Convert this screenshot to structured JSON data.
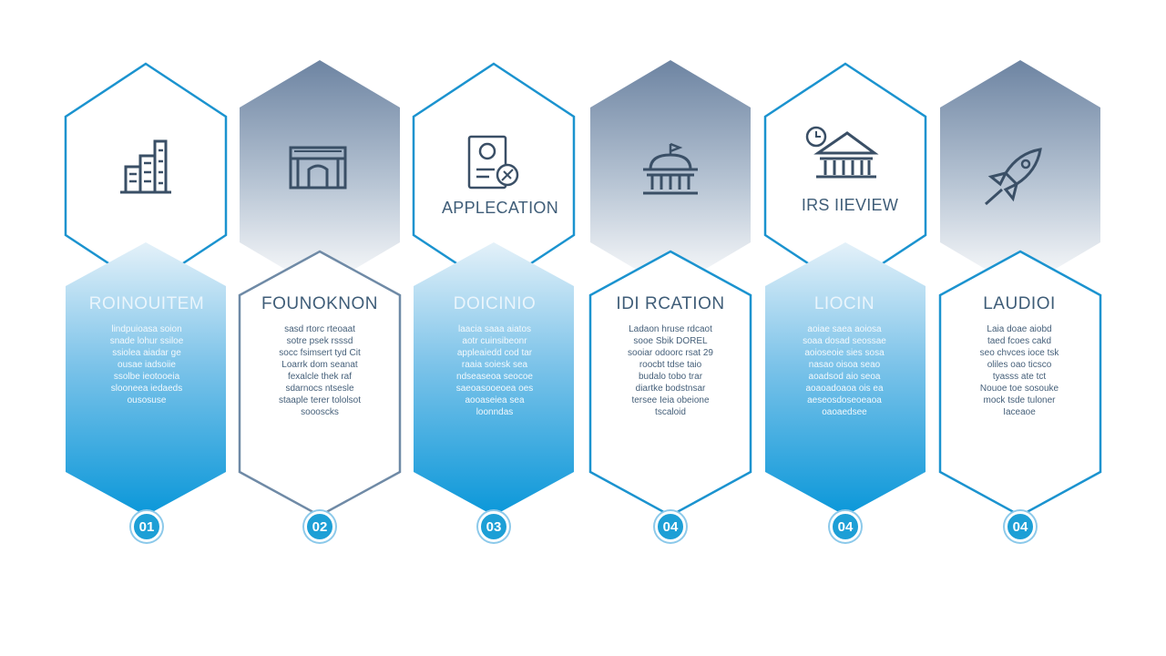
{
  "colors": {
    "accent": "#1d9fd6",
    "accent_dark": "#0a8fd0",
    "steel": "#6f86a3",
    "outline": "#1b93cf",
    "ink": "#3f5d78"
  },
  "stages": [
    {
      "number": "01",
      "upper_style": "outline",
      "lower_style": "blue",
      "icon": "office-building-icon",
      "upper_label": "",
      "title": "ROINOUITEM",
      "body": [
        "lindpuioasa soion",
        "snade lohur ssiloe",
        "ssiolea aiadar ge",
        "ousae iadsoiie",
        "ssolbe ieotooeia",
        "slooneea iedaeds",
        "ousosuse"
      ]
    },
    {
      "number": "02",
      "upper_style": "steel",
      "lower_style": "outline",
      "icon": "storefront-icon",
      "upper_label": "",
      "title": "FOUNOKNON",
      "body": [
        "sasd rtorc rteoaat",
        "sotre psek rsssd",
        "socc fsimsert tyd Cit",
        "Loarrk dom seanat",
        "fexalcle thek raf",
        "sdarnocs ntsesle",
        "staaple terer tololsot",
        "soooscks"
      ]
    },
    {
      "number": "03",
      "upper_style": "outline",
      "lower_style": "blue",
      "icon": "application-document-icon",
      "upper_label": "APPLECATION",
      "title": "DOICINIO",
      "body": [
        "laacia saaa aiatos",
        "aotr cuinsibeonr",
        "appleaiedd cod tar",
        "raaia soiesk sea",
        "ndseaseoa seocoe",
        "saeoasooeoea oes",
        "aooaseiea sea",
        "loonndas"
      ]
    },
    {
      "number": "04",
      "upper_style": "steel",
      "lower_style": "outline",
      "icon": "capitol-building-icon",
      "upper_label": "",
      "title": "IDI RCATION",
      "body": [
        "Ladaon hruse rdcaot",
        "sooe Sbik DOREL",
        "sooiar odoorc rsat 29",
        "roocbt tdse taio",
        "budalo tobo trar",
        "diartke bodstnsar",
        "tersee Ieia obeione",
        "tscaloid"
      ]
    },
    {
      "number": "04",
      "upper_style": "outline",
      "lower_style": "blue",
      "icon": "courthouse-clock-icon",
      "upper_label": "IRS IIEVIEW",
      "title": "LIOCIN",
      "body": [
        "aoiae saea aoiosa",
        "soaa dosad seossae",
        "aoioseoie sies sosa",
        "nasao oisoa seao",
        "aoadsod aio seoa",
        "aoaoadoaoa ois ea",
        "aeseosdoseoeaoa",
        "oaoaedsee"
      ]
    },
    {
      "number": "04",
      "upper_style": "steel",
      "lower_style": "outline",
      "icon": "rocket-icon",
      "upper_label": "",
      "title": "LAUDIOI",
      "body": [
        "Laia doae aiobd",
        "taed fcoes cakd",
        "seo chvces ioce tsk",
        "oliles oao ticsco",
        "tyasss ate tct",
        "Nouoe toe sosouke",
        "mock tsde tuloner",
        "Iaceaoe"
      ]
    }
  ]
}
